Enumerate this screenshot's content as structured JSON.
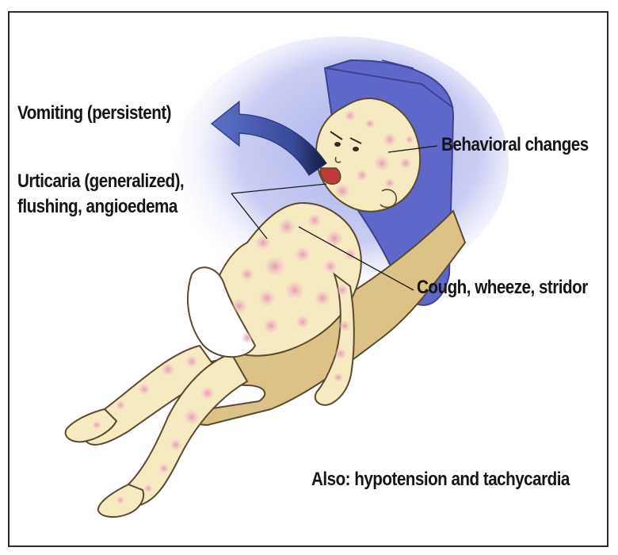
{
  "labels": {
    "vomiting": "Vomiting (persistent)",
    "urticaria_line1": "Urticaria (generalized),",
    "urticaria_line2": "flushing, angioedema",
    "behavioral": "Behavioral changes",
    "respiratory": "Cough, wheeze, stridor",
    "also": "Also: hypotension and tachycardia"
  },
  "colors": {
    "skin": "#f6eac0",
    "skin_outline": "#5a4a30",
    "rash": "#e8a6b4",
    "blanket": "#5f68c8",
    "blanket_glow": "#c9ccf2",
    "caregiver_arm": "#dcc286",
    "arrow": "#5b72c8",
    "diaper": "#ffffff",
    "border": "#2b2b2b"
  },
  "icons": [
    "vomit-arrow-icon",
    "infant-illustration",
    "caregiver-arm-illustration"
  ]
}
